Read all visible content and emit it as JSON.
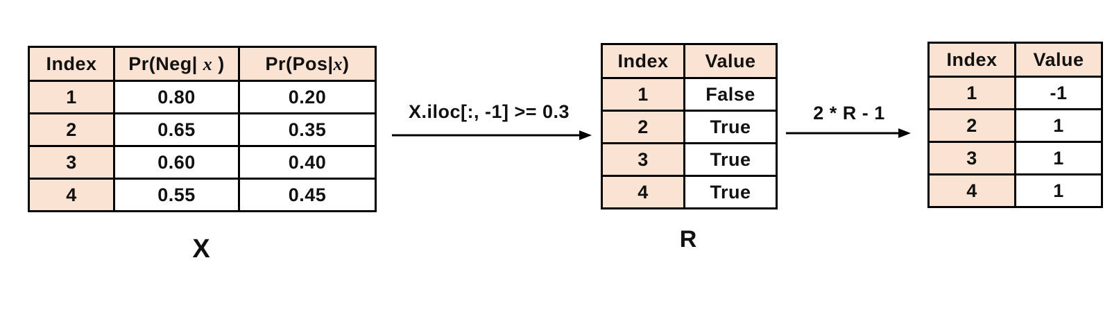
{
  "colors": {
    "header_fill": "#FAE3D3",
    "border": "#000000",
    "background": "#FFFFFF",
    "text": "#111111"
  },
  "x_table": {
    "label": "X",
    "headers": {
      "index": "Index",
      "neg": {
        "prefix": "Pr(Neg| ",
        "variable": "x",
        "suffix": " )"
      },
      "pos": {
        "prefix": "Pr(Pos|",
        "variable": "x",
        "suffix": ")"
      }
    },
    "rows": [
      {
        "index": "1",
        "neg": "0.80",
        "pos": "0.20"
      },
      {
        "index": "2",
        "neg": "0.65",
        "pos": "0.35"
      },
      {
        "index": "3",
        "neg": "0.60",
        "pos": "0.40"
      },
      {
        "index": "4",
        "neg": "0.55",
        "pos": "0.45"
      }
    ]
  },
  "arrow1": {
    "label": "X.iloc[:, -1] >= 0.3"
  },
  "r_table": {
    "label": "R",
    "headers": {
      "index": "Index",
      "value": "Value"
    },
    "rows": [
      {
        "index": "1",
        "value": "False"
      },
      {
        "index": "2",
        "value": "True"
      },
      {
        "index": "3",
        "value": "True"
      },
      {
        "index": "4",
        "value": "True"
      }
    ]
  },
  "arrow2": {
    "label": "2 * R - 1"
  },
  "output_table": {
    "headers": {
      "index": "Index",
      "value": "Value"
    },
    "rows": [
      {
        "index": "1",
        "value": "-1"
      },
      {
        "index": "2",
        "value": "1"
      },
      {
        "index": "3",
        "value": "1"
      },
      {
        "index": "4",
        "value": "1"
      }
    ]
  }
}
